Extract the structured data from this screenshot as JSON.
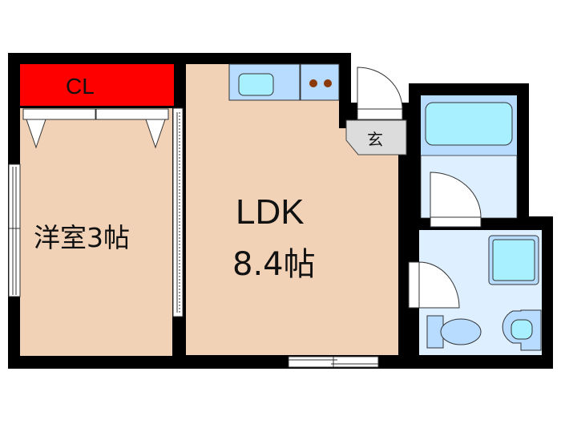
{
  "floorplan": {
    "rooms": {
      "closet": {
        "label": "CL"
      },
      "western_room": {
        "label": "洋室3帖"
      },
      "ldk": {
        "label_line1": "LDK",
        "label_line2": "8.4帖"
      },
      "entrance": {
        "label": "玄"
      }
    },
    "colors": {
      "wall": "#000000",
      "room_floor": "#f2d2b6",
      "closet": "#ff0000",
      "wet_area": "#deefff",
      "fixture_blue": "#b7dcff",
      "fixture_cyan": "#a8f0ff",
      "entrance_floor": "#dcdcdc",
      "stove_burner": "#8b3a0a"
    }
  }
}
